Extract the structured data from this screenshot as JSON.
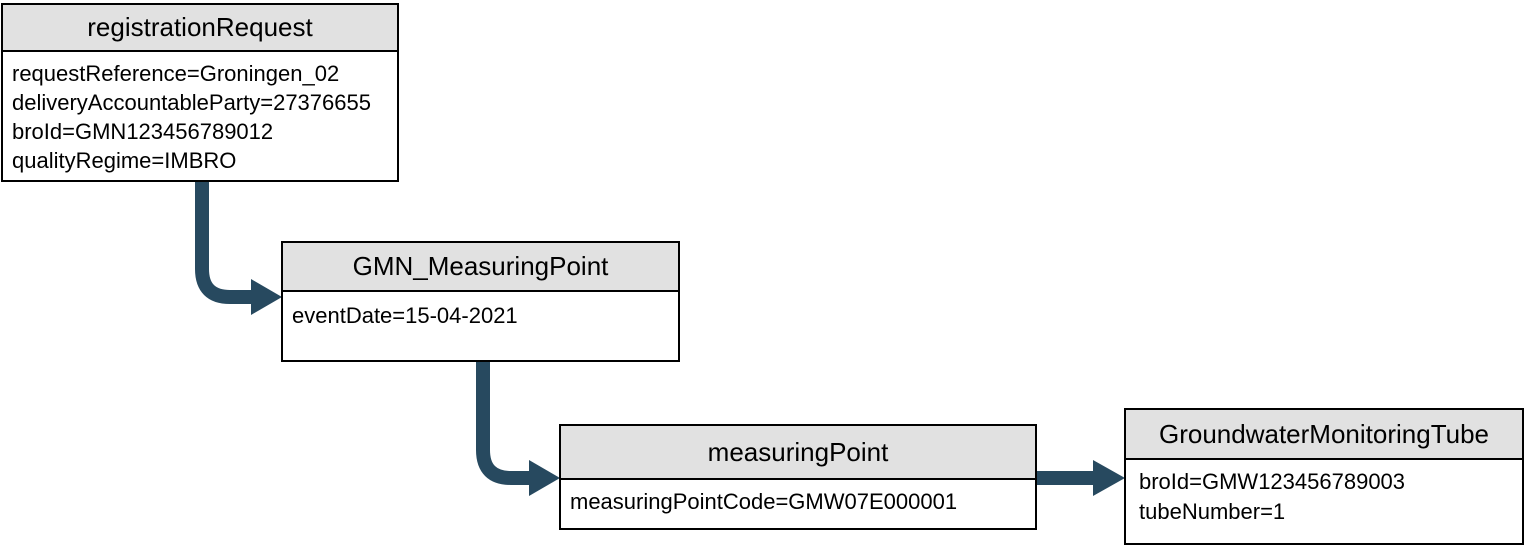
{
  "diagram": {
    "colors": {
      "arrow": "#27495f",
      "header_fill": "#e1e1e1",
      "border": "#000000",
      "background": "#ffffff"
    },
    "nodes": [
      {
        "title": "registrationRequest",
        "attributes": [
          "requestReference=Groningen_02",
          "deliveryAccountableParty=27376655",
          "broId=GMN123456789012",
          "qualityRegime=IMBRO"
        ]
      },
      {
        "title": "GMN_MeasuringPoint",
        "attributes": [
          "eventDate=15-04-2021"
        ]
      },
      {
        "title": "measuringPoint",
        "attributes": [
          "measuringPointCode=GMW07E000001"
        ]
      },
      {
        "title": "GroundwaterMonitoringTube",
        "attributes": [
          "broId=GMW123456789003",
          "tubeNumber=1"
        ]
      }
    ]
  }
}
